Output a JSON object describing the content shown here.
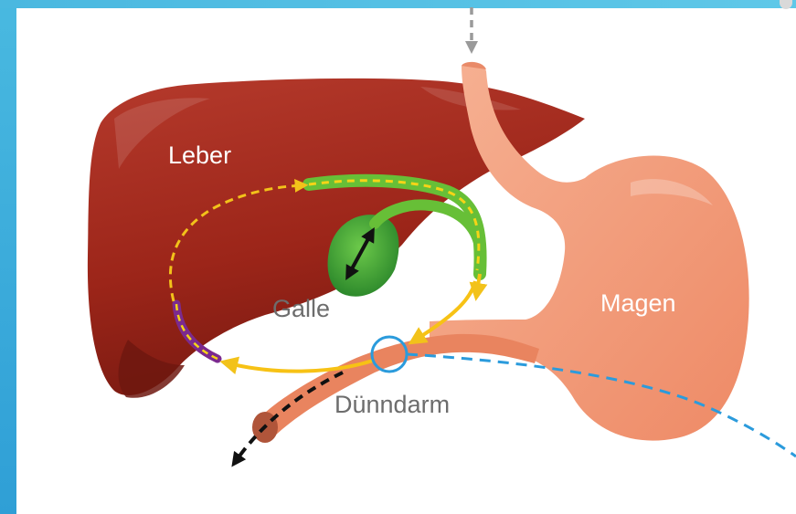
{
  "labels": {
    "liver": "Leber",
    "gallbladder": "Galle",
    "stomach": "Magen",
    "small_intestine": "Dünndarm"
  },
  "colors": {
    "frame": "#3fb0dc",
    "liver": "#a42a1f",
    "liver_dark": "#6e180f",
    "stomach": "#f29a78",
    "gallbladder": "#3aa335",
    "bile_duct": "#6cc23a",
    "bile_flow": "#f5d417",
    "portal": "#f7c215",
    "blood_arrow": "#2b9bdc",
    "purple_segment": "#7a2a8c",
    "grey_arrow": "#a0a0a0",
    "black_arrow": "#111111"
  },
  "icons": [
    "double-arrow-icon",
    "circle-marker-icon"
  ]
}
